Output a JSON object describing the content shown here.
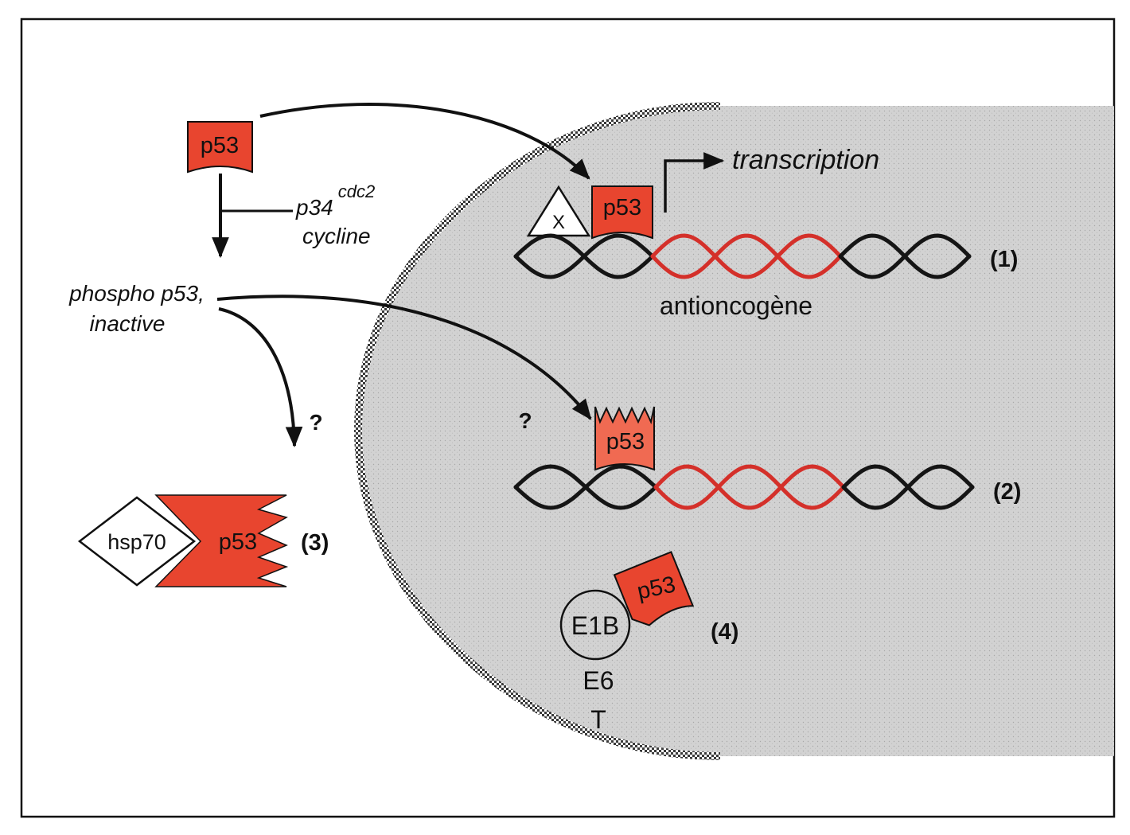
{
  "colors": {
    "protein_red": "#e8452f",
    "protein_red_light": "#f06a52",
    "nucleus_gray": "#d2d2d2",
    "dna_black": "#151515",
    "dna_red": "#d4302a",
    "frame": "#111111"
  },
  "labels": {
    "p53": "p53",
    "kinase_p34": "p34",
    "kinase_cdc2": "cdc2",
    "kinase_cyclin": "cycline",
    "phospho_line1": "phospho p53,",
    "phospho_line2": "inactive",
    "transcription": "transcription",
    "antioncogene": "antioncogène",
    "question": "?",
    "factor_x": "X",
    "hsp70": "hsp70",
    "e1b": "E1B",
    "e6": "E6",
    "t": "T"
  },
  "pathways": [
    {
      "label": "(1)"
    },
    {
      "label": "(2)"
    },
    {
      "label": "(3)"
    },
    {
      "label": "(4)"
    }
  ]
}
